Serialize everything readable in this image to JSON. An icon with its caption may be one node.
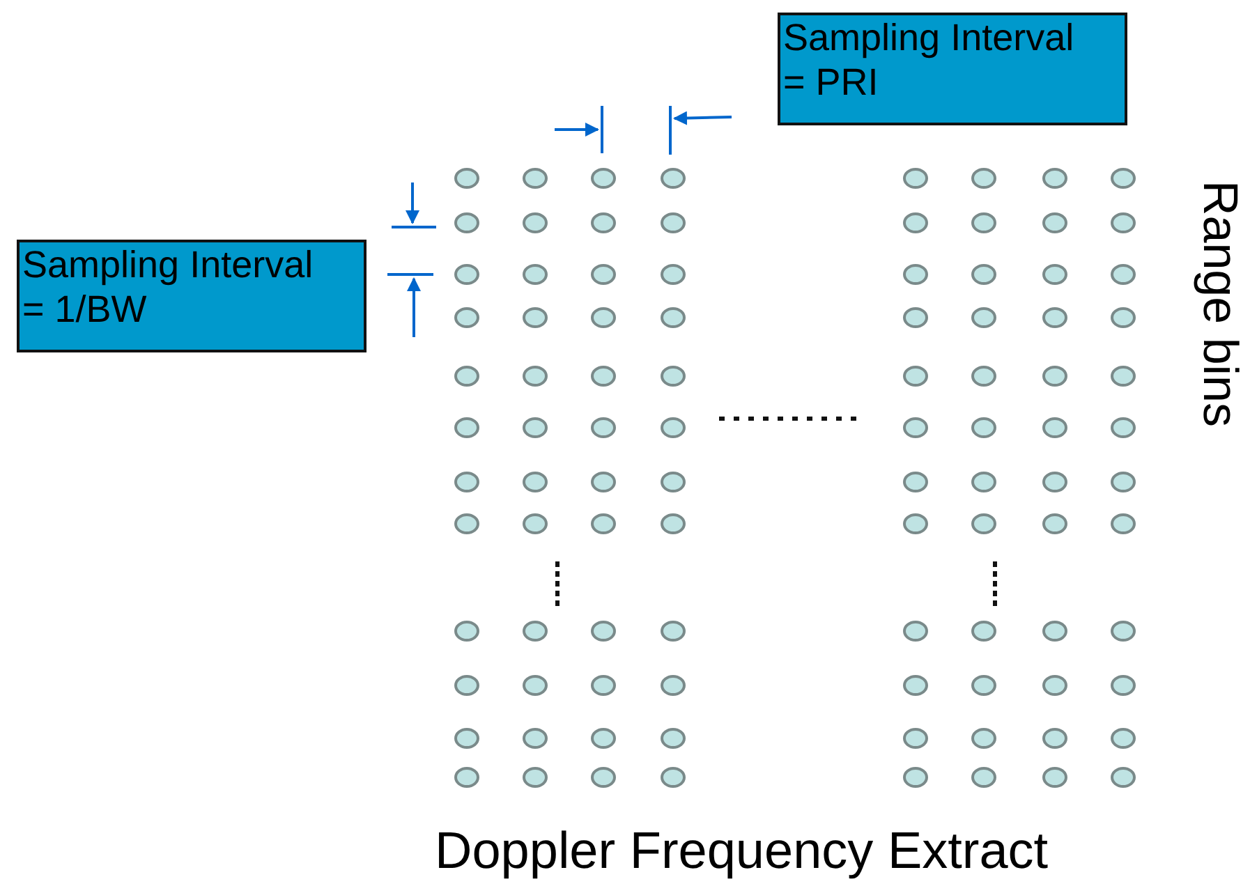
{
  "diagram": {
    "nodes": [
      {
        "text": [
          "Sampling Interval = PRI"
        ]
      },
      {
        "text": [
          "Sampling Interval = 1/BW"
        ]
      }
    ],
    "edges": [],
    "labels": [
      "Range bins",
      "Doppler Frequency Extract"
    ]
  }
}
